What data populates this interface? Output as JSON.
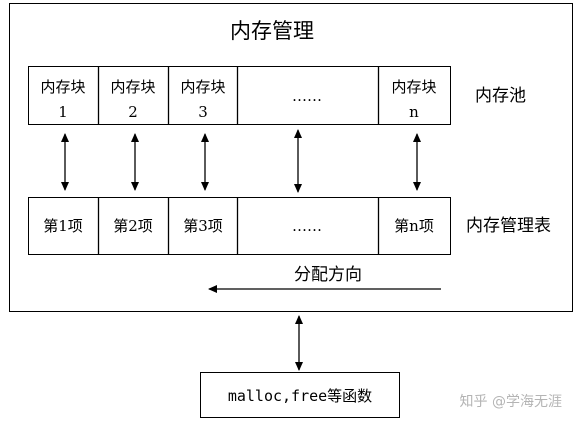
{
  "title": "内存管理",
  "pool": {
    "label": "内存池",
    "cells": [
      {
        "line1": "内存块",
        "line2": "1"
      },
      {
        "line1": "内存块",
        "line2": "2"
      },
      {
        "line1": "内存块",
        "line2": "3"
      },
      {
        "line1": "……",
        "line2": ""
      },
      {
        "line1": "内存块",
        "line2": "n"
      }
    ]
  },
  "table": {
    "label": "内存管理表",
    "cells": [
      "第1项",
      "第2项",
      "第3项",
      "……",
      "第n项"
    ]
  },
  "direction_label": "分配方向",
  "api_label": "malloc,free等函数",
  "watermark": "知乎 @学海无涯"
}
